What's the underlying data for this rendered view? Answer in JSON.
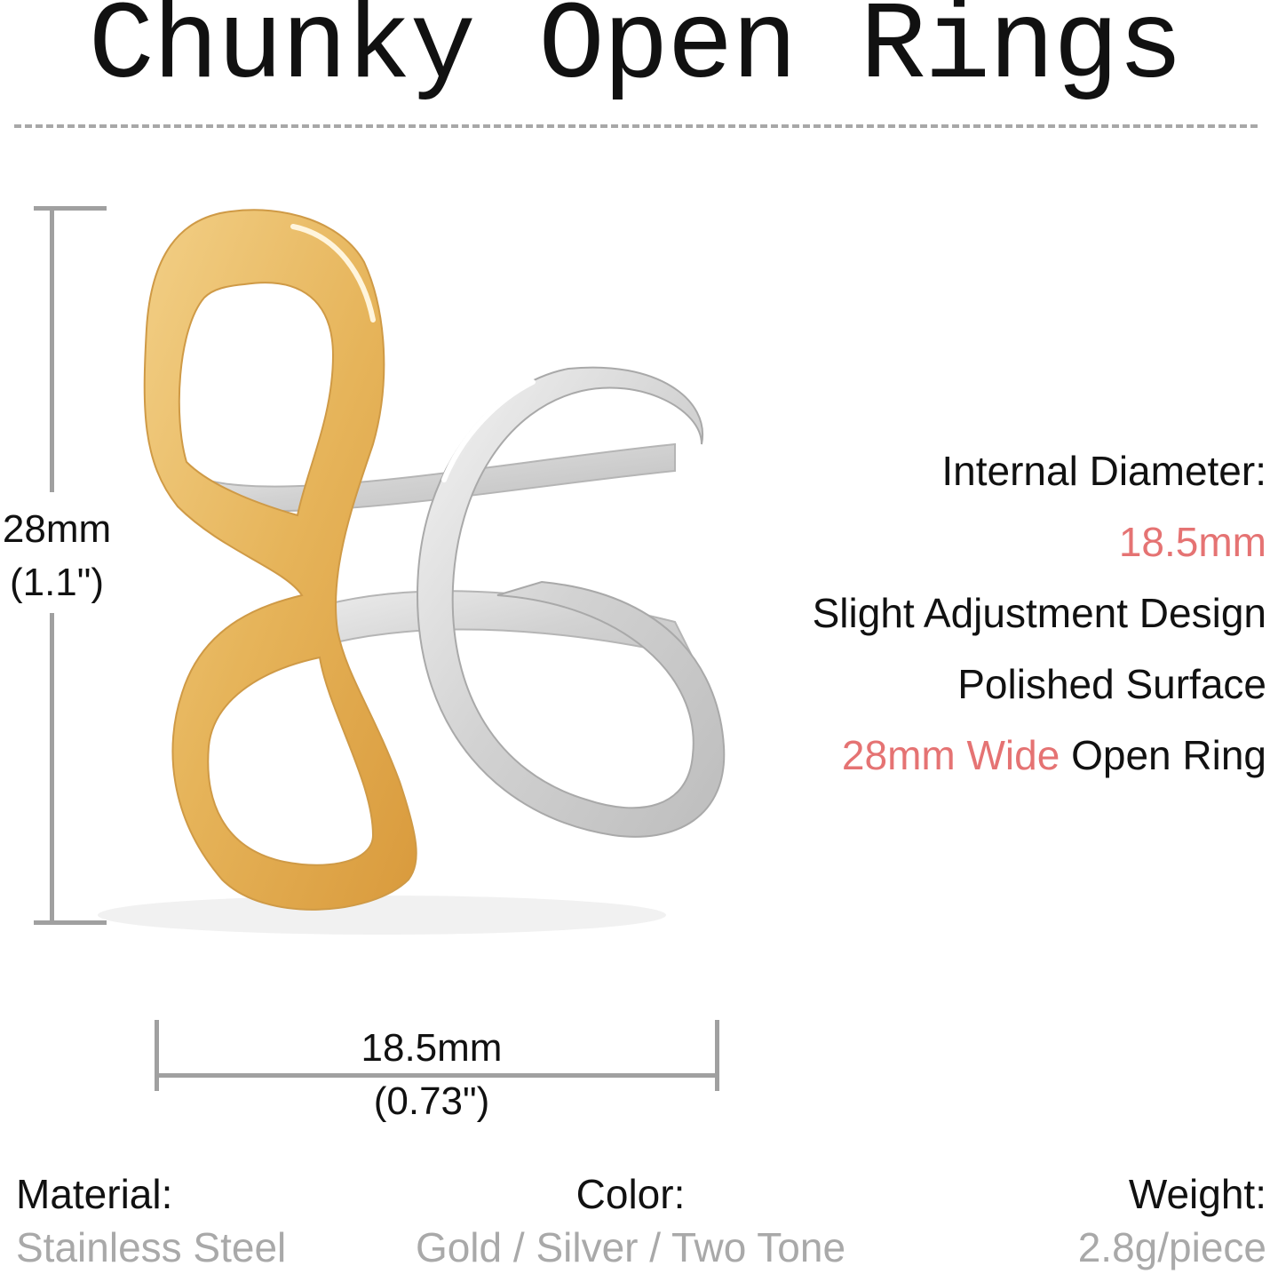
{
  "title": "Chunky Open Rings",
  "height_dim": {
    "mm": "28mm",
    "inch": "(1.1\")"
  },
  "width_dim": {
    "mm": "18.5mm",
    "inch": "(0.73\")"
  },
  "specs": {
    "diameter_label": "Internal Diameter:",
    "diameter_value": "18.5mm",
    "adjust": "Slight Adjustment Design",
    "surface": "Polished Surface",
    "wide_accent": "28mm Wide",
    "wide_rest": " Open Ring"
  },
  "footer": {
    "material_label": "Material:",
    "material_value": "Stainless Steel",
    "color_label": "Color:",
    "color_value": "Gold / Silver / Two Tone",
    "weight_label": "Weight:",
    "weight_value": "2.8g/piece"
  },
  "colors": {
    "accent": "#e57373",
    "gold": "#e6b45a",
    "silver": "#d9d9d9",
    "muted": "#a9a9a9"
  }
}
